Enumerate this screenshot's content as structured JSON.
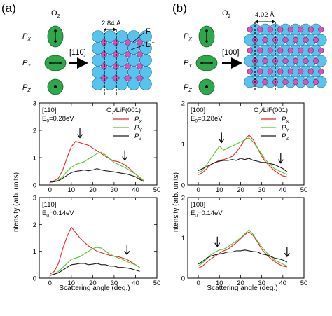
{
  "figure": {
    "panels": [
      {
        "id": "a",
        "letter": "(a)",
        "molecule": "O",
        "molecule_sub": "2",
        "orbitals": [
          {
            "p": "P",
            "sub": "X"
          },
          {
            "p": "P",
            "sub": "Y"
          },
          {
            "p": "P",
            "sub": "Z"
          }
        ],
        "direction": "[110]",
        "spacing": "2.84 Å",
        "ion_labels": [
          {
            "ion": "F",
            "sup": "-"
          },
          {
            "ion": "Li",
            "sup": "+"
          }
        ]
      },
      {
        "id": "b",
        "letter": "(b)",
        "molecule": "O",
        "molecule_sub": "2",
        "orbitals": [
          {
            "p": "P",
            "sub": "X"
          },
          {
            "p": "P",
            "sub": "Y"
          },
          {
            "p": "P",
            "sub": "Z"
          }
        ],
        "direction": "[100]",
        "spacing": "4.02 Å"
      }
    ],
    "ylabel": "Intensity (arb. units)",
    "xlabel": "Scattering angle (deg.)",
    "colors": {
      "px": "#e8262b",
      "py": "#4ec92a",
      "pz": "#1a1a1a",
      "oxygen": "#2ea84a",
      "fluorine": "#55c4ee",
      "lithium": "#e050b8"
    }
  },
  "chart_data": [
    {
      "type": "line",
      "direction_label": "[110]",
      "energy_label": "E",
      "energy_sub": "0",
      "energy_value": "=0.28eV",
      "legend_title": "O",
      "legend_title_sub": "2",
      "legend_title_rest": "/LiF(001)",
      "xlim": [
        -5,
        50
      ],
      "ylim": [
        0,
        3
      ],
      "xticks": [
        "0",
        "10",
        "20",
        "30",
        "40",
        "50"
      ],
      "yticks": [
        "0",
        "1",
        "2",
        "3"
      ],
      "arrows_at_x": [
        14,
        35
      ],
      "series": [
        {
          "name": "P",
          "sub": "X",
          "x": [
            0,
            2,
            4,
            6,
            8,
            10,
            12,
            14,
            16,
            18,
            20,
            22,
            24,
            26,
            28,
            30,
            32,
            34,
            36,
            38,
            40,
            42,
            44
          ],
          "y": [
            0.12,
            0.15,
            0.25,
            0.55,
            1.0,
            1.4,
            1.6,
            1.55,
            1.5,
            1.45,
            1.35,
            1.25,
            1.15,
            1.05,
            0.95,
            0.88,
            0.85,
            0.78,
            0.68,
            0.55,
            0.4,
            0.25,
            0.15
          ]
        },
        {
          "name": "P",
          "sub": "Y",
          "x": [
            0,
            2,
            4,
            6,
            8,
            10,
            12,
            14,
            16,
            18,
            20,
            22,
            24,
            26,
            28,
            30,
            32,
            34,
            36,
            38,
            40,
            42,
            44
          ],
          "y": [
            0.1,
            0.12,
            0.18,
            0.3,
            0.5,
            0.65,
            0.75,
            0.8,
            0.85,
            0.95,
            1.05,
            1.15,
            1.2,
            1.1,
            0.95,
            0.82,
            0.75,
            0.68,
            0.6,
            0.5,
            0.4,
            0.28,
            0.15
          ]
        },
        {
          "name": "P",
          "sub": "Z",
          "x": [
            0,
            2,
            4,
            6,
            8,
            10,
            12,
            14,
            16,
            18,
            20,
            22,
            24,
            26,
            28,
            30,
            32,
            34,
            36,
            38,
            40,
            42,
            44
          ],
          "y": [
            0.1,
            0.12,
            0.15,
            0.25,
            0.35,
            0.45,
            0.5,
            0.52,
            0.55,
            0.52,
            0.55,
            0.6,
            0.55,
            0.52,
            0.5,
            0.48,
            0.45,
            0.42,
            0.4,
            0.35,
            0.3,
            0.2,
            0.12
          ]
        }
      ]
    },
    {
      "type": "line",
      "direction_label": "[100]",
      "energy_label": "E",
      "energy_sub": "0",
      "energy_value": "=0.28eV",
      "legend_title": "O",
      "legend_title_sub": "2",
      "legend_title_rest": "/LiF(001)",
      "xlim": [
        -5,
        50
      ],
      "ylim": [
        0,
        2
      ],
      "xticks": [
        "0",
        "10",
        "20",
        "30",
        "40",
        "50"
      ],
      "yticks": [
        "0",
        "1",
        "2"
      ],
      "arrows_at_x": [
        11,
        39
      ],
      "series": [
        {
          "name": "P",
          "sub": "X",
          "x": [
            0,
            2,
            4,
            6,
            8,
            10,
            12,
            14,
            16,
            18,
            20,
            22,
            24,
            26,
            28,
            30,
            32,
            34,
            36,
            38,
            40,
            42
          ],
          "y": [
            0.25,
            0.3,
            0.4,
            0.5,
            0.55,
            0.6,
            0.62,
            0.65,
            0.7,
            0.8,
            0.95,
            1.1,
            1.22,
            1.1,
            0.9,
            0.7,
            0.55,
            0.45,
            0.35,
            0.28,
            0.22,
            0.2
          ]
        },
        {
          "name": "P",
          "sub": "Y",
          "x": [
            0,
            2,
            4,
            6,
            8,
            10,
            12,
            14,
            16,
            18,
            20,
            22,
            24,
            26,
            28,
            30,
            32,
            34,
            36,
            38,
            40,
            42
          ],
          "y": [
            0.3,
            0.35,
            0.5,
            0.65,
            0.8,
            0.95,
            0.85,
            0.9,
            0.95,
            1.0,
            1.05,
            1.1,
            1.15,
            1.05,
            0.9,
            0.75,
            0.6,
            0.5,
            0.4,
            0.35,
            0.3,
            0.25
          ]
        },
        {
          "name": "P",
          "sub": "Z",
          "x": [
            0,
            2,
            4,
            6,
            8,
            10,
            12,
            14,
            16,
            18,
            20,
            22,
            24,
            26,
            28,
            30,
            32,
            34,
            36,
            38,
            40,
            42
          ],
          "y": [
            0.35,
            0.4,
            0.45,
            0.5,
            0.55,
            0.58,
            0.6,
            0.6,
            0.62,
            0.6,
            0.65,
            0.62,
            0.65,
            0.6,
            0.58,
            0.55,
            0.55,
            0.52,
            0.5,
            0.45,
            0.4,
            0.32
          ]
        }
      ]
    },
    {
      "type": "line",
      "direction_label": "[110]",
      "energy_label": "E",
      "energy_sub": "0",
      "energy_value": "=0.14eV",
      "xlim": [
        -5,
        50
      ],
      "ylim": [
        0,
        3
      ],
      "xticks": [
        "0",
        "10",
        "20",
        "30",
        "40",
        "50"
      ],
      "yticks": [
        "0",
        "1",
        "2",
        "3"
      ],
      "arrows_at_x": [
        36
      ],
      "series": [
        {
          "name": "P",
          "sub": "X",
          "x": [
            0,
            2,
            4,
            6,
            8,
            10,
            12,
            14,
            16,
            18,
            20,
            22,
            24,
            26,
            28,
            30,
            32,
            34,
            36,
            38,
            40,
            42
          ],
          "y": [
            0.15,
            0.25,
            0.55,
            1.1,
            1.55,
            1.9,
            1.7,
            1.5,
            1.35,
            1.2,
            1.1,
            1.0,
            0.95,
            0.9,
            0.85,
            0.82,
            0.8,
            0.75,
            0.7,
            0.6,
            0.5,
            0.4
          ]
        },
        {
          "name": "P",
          "sub": "Y",
          "x": [
            0,
            2,
            4,
            6,
            8,
            10,
            12,
            14,
            16,
            18,
            20,
            22,
            24,
            26,
            28,
            30,
            32,
            34,
            36,
            38,
            40,
            42
          ],
          "y": [
            0.1,
            0.15,
            0.25,
            0.4,
            0.55,
            0.7,
            0.75,
            0.8,
            0.9,
            1.0,
            1.1,
            1.15,
            1.12,
            1.0,
            0.9,
            0.82,
            0.75,
            0.7,
            0.62,
            0.55,
            0.5,
            0.4
          ]
        },
        {
          "name": "P",
          "sub": "Z",
          "x": [
            0,
            2,
            4,
            6,
            8,
            10,
            12,
            14,
            16,
            18,
            20,
            22,
            24,
            26,
            28,
            30,
            32,
            34,
            36,
            38,
            40,
            42
          ],
          "y": [
            0.1,
            0.15,
            0.2,
            0.3,
            0.4,
            0.5,
            0.52,
            0.55,
            0.55,
            0.5,
            0.52,
            0.55,
            0.5,
            0.5,
            0.45,
            0.45,
            0.4,
            0.4,
            0.38,
            0.35,
            0.3,
            0.25
          ]
        }
      ]
    },
    {
      "type": "line",
      "direction_label": "[100]",
      "energy_label": "E",
      "energy_sub": "0",
      "energy_value": "=0.14eV",
      "xlim": [
        -5,
        50
      ],
      "ylim": [
        0,
        2
      ],
      "xticks": [
        "0",
        "10",
        "20",
        "30",
        "40",
        "50"
      ],
      "yticks": [
        "0",
        "1",
        "2"
      ],
      "arrows_at_x": [
        9,
        42
      ],
      "series": [
        {
          "name": "P",
          "sub": "X",
          "x": [
            0,
            2,
            4,
            6,
            8,
            10,
            12,
            14,
            16,
            18,
            20,
            22,
            24,
            26,
            28,
            30,
            32,
            34,
            36,
            38,
            40,
            42
          ],
          "y": [
            0.25,
            0.3,
            0.4,
            0.48,
            0.55,
            0.62,
            0.68,
            0.72,
            0.8,
            0.88,
            0.98,
            1.08,
            1.15,
            1.05,
            0.9,
            0.72,
            0.6,
            0.5,
            0.42,
            0.35,
            0.3,
            0.28
          ]
        },
        {
          "name": "P",
          "sub": "Y",
          "x": [
            0,
            2,
            4,
            6,
            8,
            10,
            12,
            14,
            16,
            18,
            20,
            22,
            24,
            26,
            28,
            30,
            32,
            34,
            36,
            38,
            40,
            42
          ],
          "y": [
            0.3,
            0.38,
            0.48,
            0.58,
            0.65,
            0.7,
            0.72,
            0.78,
            0.85,
            0.92,
            1.0,
            1.1,
            1.2,
            1.08,
            0.92,
            0.78,
            0.65,
            0.55,
            0.45,
            0.4,
            0.35,
            0.3
          ]
        },
        {
          "name": "P",
          "sub": "Z",
          "x": [
            0,
            2,
            4,
            6,
            8,
            10,
            12,
            14,
            16,
            18,
            20,
            22,
            24,
            26,
            28,
            30,
            32,
            34,
            36,
            38,
            40,
            42
          ],
          "y": [
            0.35,
            0.42,
            0.5,
            0.55,
            0.58,
            0.6,
            0.62,
            0.65,
            0.65,
            0.68,
            0.68,
            0.7,
            0.68,
            0.66,
            0.65,
            0.6,
            0.58,
            0.55,
            0.5,
            0.48,
            0.45,
            0.4
          ]
        }
      ]
    }
  ]
}
